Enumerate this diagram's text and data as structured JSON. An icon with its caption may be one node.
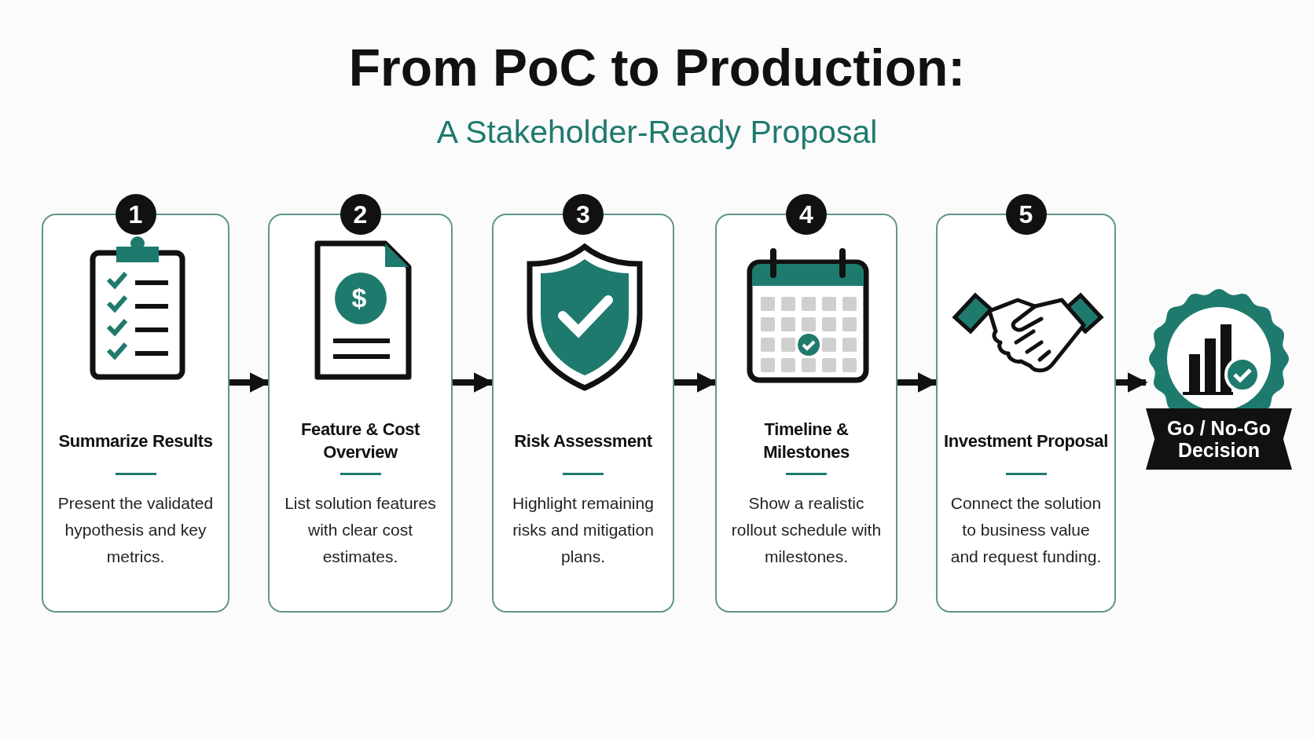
{
  "diagram": {
    "title": "From PoC to Production:",
    "nodes": [
      {
        "text": [
          "1",
          "Summarize Results",
          "Present the validated hypothesis and key metrics."
        ]
      },
      {
        "text": [
          "2",
          "Feature & Cost Overview",
          "List solution features with clear cost estimates."
        ]
      },
      {
        "text": [
          "3",
          "Risk Assessment",
          "Highlight remaining risks and mitigation plans."
        ]
      },
      {
        "text": [
          "4",
          "Timeline & Milestones",
          "Show a realistic rollout schedule with milestones."
        ]
      },
      {
        "text": [
          "5",
          "Investment Proposal",
          "Connect the solution to business value and request funding."
        ]
      },
      {
        "text": [
          "Go / No-Go Decision"
        ]
      }
    ],
    "edges": [
      {
        "from": 0,
        "to": 1,
        "arrow": "to"
      },
      {
        "from": 1,
        "to": 2,
        "arrow": "to"
      },
      {
        "from": 2,
        "to": 3,
        "arrow": "to"
      },
      {
        "from": 3,
        "to": 4,
        "arrow": "to"
      },
      {
        "from": 4,
        "to": 5,
        "arrow": "to"
      }
    ],
    "labels": [
      "A Stakeholder-Ready Proposal",
      "$"
    ]
  }
}
